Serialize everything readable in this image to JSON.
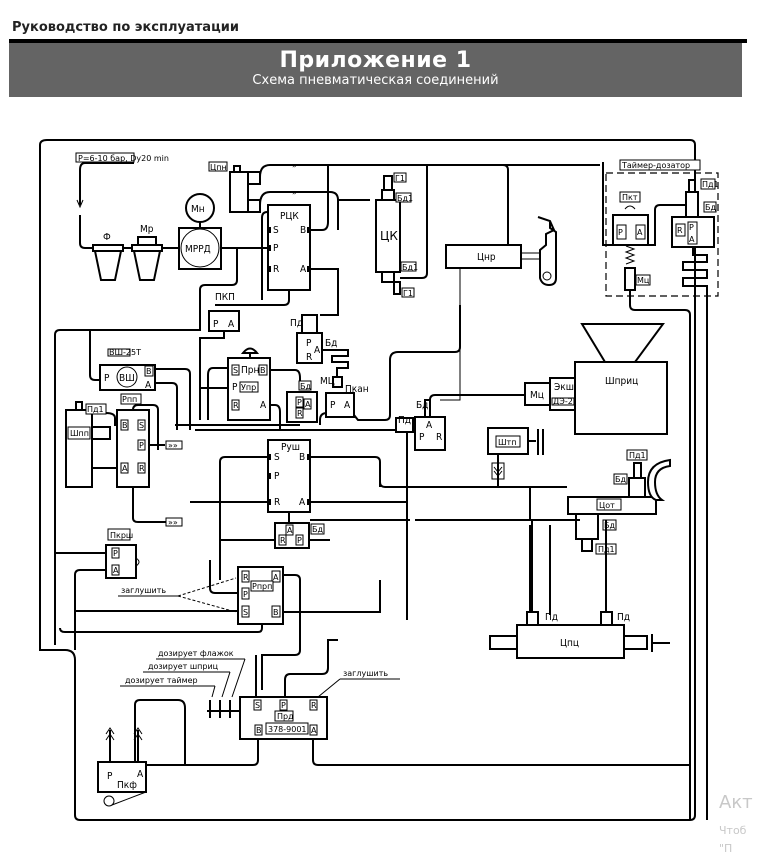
{
  "document": {
    "header": "Руководство по эксплуатации",
    "banner_title": "Приложение 1",
    "banner_subtitle": "Схема пневматическая соединений"
  },
  "diagram": {
    "supply_label": "P=6-10 бар, Dy20 min",
    "filter": "Ф",
    "lubricator": "Мр",
    "manometer": "Мн",
    "regulator": "МРРД",
    "cylinder_pn": "Цпн",
    "pd": "Пд",
    "pd1": "Пд1",
    "bd": "Бд",
    "bd1": "Бд1",
    "g1": "Г1",
    "rck": "РЦК",
    "ck": "ЦК",
    "cnr": "Цнр",
    "pkp": "ПКП",
    "timer_group": "Таймер-дозатор",
    "pkt": "Пкт",
    "mc": "Мц",
    "mc_upper": "МЦ",
    "pkan": "Пкан",
    "vsh": "ВШ",
    "vsh_model": "ВШ-25Т",
    "rpp": "Рпп",
    "shpp": "Шпп",
    "prn": "Прн",
    "upr": "Упр",
    "rush": "Руш",
    "syringe": "Шприц",
    "eksh": "Экш",
    "eksh_model": "ДЭ-2.5",
    "shtp": "Штп",
    "cot": "Цот",
    "pkrsh": "Пкрш",
    "rppp": "Рпрп",
    "plug": "заглушить",
    "dose_flag": "дозирует флажок",
    "dose_syringe": "дозирует шприц",
    "dose_timer": "дозирует таймер",
    "prd": "Прд",
    "prd_model": "378-9001",
    "cpc": "Цпц",
    "pkf": "Пкф",
    "port_s": "S",
    "port_p": "P",
    "port_r": "R",
    "port_a": "A",
    "port_b": "B"
  },
  "watermark": {
    "title": "Акт",
    "line1": "Чтоб",
    "line2": "\"П"
  }
}
